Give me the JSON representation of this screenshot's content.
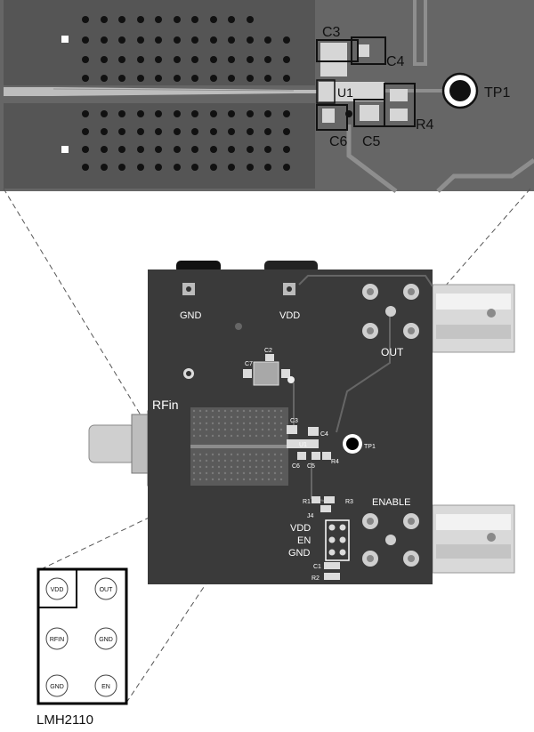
{
  "zoom_view": {
    "labels": {
      "c3": "C3",
      "c4": "C4",
      "u1": "U1",
      "tp1": "TP1",
      "r4": "R4",
      "c6": "C6",
      "c5": "C5"
    }
  },
  "board": {
    "labels": {
      "gnd": "GND",
      "vdd": "VDD",
      "out": "OUT",
      "rfin": "RFin",
      "enable": "ENABLE",
      "c2": "C2",
      "c7": "C7",
      "c3": "C3",
      "c4": "C4",
      "u1": "U1",
      "tp1": "TP1",
      "c6": "C6",
      "c5": "C5",
      "r4": "R4",
      "r1": "R1",
      "r3": "R3",
      "j4": "J4",
      "hdr_vdd": "VDD",
      "hdr_en": "EN",
      "hdr_gnd": "GND",
      "c1": "C1",
      "r2": "R2"
    }
  },
  "pinout": {
    "pins": {
      "vdd": "VDD",
      "out": "OUT",
      "rfin": "RFIN",
      "gnd1": "GND",
      "gnd2": "GND",
      "en": "EN"
    },
    "caption": "LMH2110"
  },
  "colors": {
    "board": "#3a3a3a",
    "zoom_board": "#666666",
    "copper_pad": "#d8d8d8",
    "via": "#111111"
  }
}
